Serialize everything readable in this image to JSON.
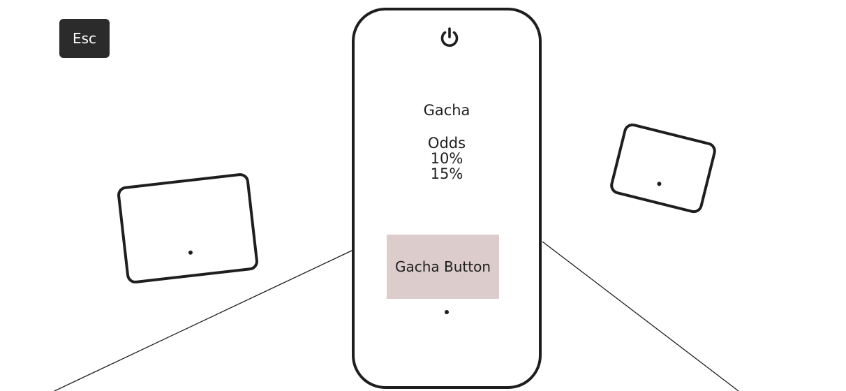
{
  "esc_key": {
    "label": "Esc"
  },
  "phone": {
    "power_icon": "power-icon",
    "title": "Gacha",
    "odds_label": "Odds",
    "odds_values": [
      "10%",
      "15%"
    ],
    "button_label": "Gacha Button"
  },
  "colors": {
    "ink": "#1e1e1e",
    "esc_background": "#2b2b2b",
    "button_fill": "#dccccc",
    "background": "#ffffff"
  }
}
